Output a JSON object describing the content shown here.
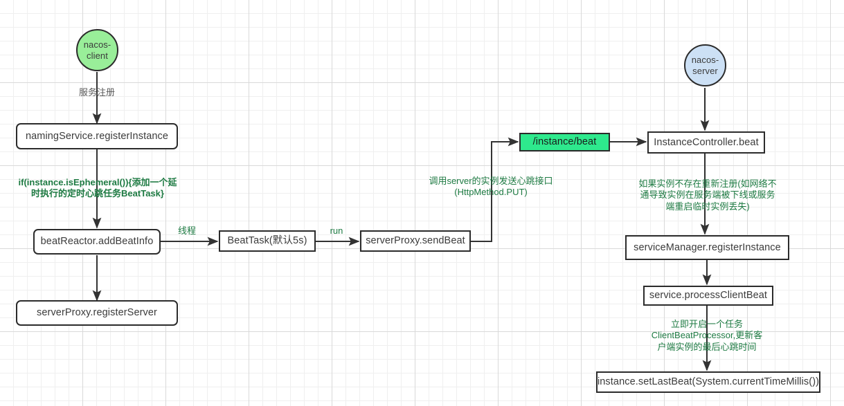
{
  "diagram": {
    "title": "nacos heartbeat flow",
    "colors": {
      "node_border": "#2b2b2b",
      "node_text": "#3b3b3b",
      "annotation_green": "#1d7a42",
      "endpoint_fill": "#2ee98d",
      "client_circle_fill": "#99ee99",
      "server_circle_fill": "#cce0f5",
      "grid_minor": "#efefef",
      "grid_major": "#d9d9d9",
      "edge_stroke": "#333333"
    },
    "nodes": [
      {
        "id": "nacos-client",
        "label": "nacos-\nclient",
        "shape": "circle"
      },
      {
        "id": "naming-service-register-instance",
        "label": "namingService.registerInstance",
        "shape": "rounded-rect"
      },
      {
        "id": "beat-reactor-add-beat-info",
        "label": "beatReactor.addBeatInfo",
        "shape": "rounded-rect"
      },
      {
        "id": "server-proxy-register-server",
        "label": "serverProxy.registerServer",
        "shape": "rounded-rect"
      },
      {
        "id": "beat-task",
        "label": "BeatTask(默认5s)",
        "shape": "rect"
      },
      {
        "id": "server-proxy-send-beat",
        "label": "serverProxy.sendBeat",
        "shape": "rect"
      },
      {
        "id": "instance-beat-endpoint",
        "label": "/instance/beat",
        "shape": "rect"
      },
      {
        "id": "nacos-server",
        "label": "nacos-\nserver",
        "shape": "circle"
      },
      {
        "id": "instance-controller-beat",
        "label": "InstanceController.beat",
        "shape": "rect"
      },
      {
        "id": "service-manager-register-instance",
        "label": "serviceManager.registerInstance",
        "shape": "rect"
      },
      {
        "id": "service-process-client-beat",
        "label": "service.processClientBeat",
        "shape": "rect"
      },
      {
        "id": "instance-set-last-beat",
        "label": "instance.setLastBeat(System.currentTimeMillis())",
        "shape": "rect"
      }
    ],
    "edge_labels": [
      {
        "id": "service-register",
        "text": "服务注册",
        "style": "gray"
      },
      {
        "id": "is-ephemeral-condition",
        "text": "if(instance.isEphemeral()){添加一个延\n时执行的定时心跳任务BeatTask}",
        "style": "bold-green"
      },
      {
        "id": "thread",
        "text": "线程",
        "style": "green"
      },
      {
        "id": "run",
        "text": "run",
        "style": "green"
      },
      {
        "id": "send-beat-api",
        "text": "调用server的实例发送心跳接口\n(HttpMethod.PUT)",
        "style": "green"
      },
      {
        "id": "reregister-if-absent",
        "text": "如果实例不存在重新注册(如网络不\n通导致实例在服务端被下线或服务\n端重启临时实例丢失)",
        "style": "green"
      },
      {
        "id": "client-beat-processor",
        "text": "立即开启一个任务\nClientBeatProcessor,更新客\n户端实例的最后心跳时间",
        "style": "green"
      }
    ]
  }
}
